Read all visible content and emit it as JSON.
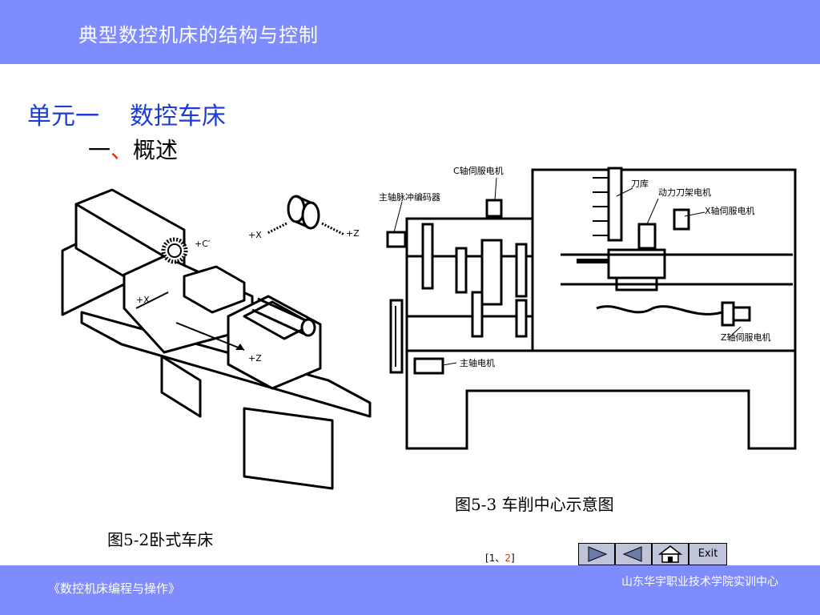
{
  "header": {
    "title": "典型数控机床的结构与控制"
  },
  "unit": {
    "label": "单元一",
    "title": "数控车床"
  },
  "section": {
    "number": "一",
    "sep": "、",
    "title": "概述"
  },
  "fig_left": {
    "caption": "图5-2卧式车床",
    "labels": {
      "c": "+C′",
      "x_top": "+X",
      "z_top": "+Z",
      "x_mid": "+X",
      "z_mid": "+Z"
    }
  },
  "fig_right": {
    "caption": "图5-3   车削中心示意图",
    "labels": {
      "c_servo": "C轴伺服电机",
      "encoder": "主轴脉冲编码器",
      "turret": "刀库",
      "power_tool": "动力刀架电机",
      "x_servo": "X轴伺服电机",
      "z_servo": "Z轴伺服电机",
      "spindle_motor": "主轴电机"
    }
  },
  "pager": {
    "open": "[",
    "prev": "1",
    "sep": "、",
    "current": "2",
    "close": "]"
  },
  "nav": {
    "exit_label": "Exit"
  },
  "footer": {
    "left": "《数控机床编程与操作》",
    "right": "山东华宇职业技术学院实训中心"
  },
  "colors": {
    "bar": "#7f8cff",
    "unit_title": "#1c3bd8",
    "accent": "#e03010"
  }
}
